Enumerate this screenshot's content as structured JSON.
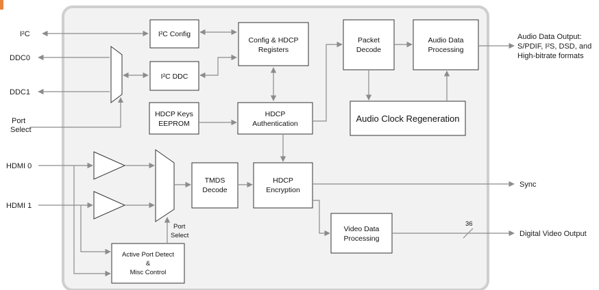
{
  "inputs": {
    "i2c": "I²C",
    "ddc0": "DDC0",
    "ddc1": "DDC1",
    "port_select_1": "Port",
    "port_select_2": "Select",
    "hdmi0": "HDMI 0",
    "hdmi1": "HDMI 1"
  },
  "blocks": {
    "i2c_config": "I²C Config",
    "i2c_ddc": "I²C DDC",
    "config_hdcp_1": "Config & HDCP",
    "config_hdcp_2": "Registers",
    "hdcp_keys_1": "HDCP Keys",
    "hdcp_keys_2": "EEPROM",
    "hdcp_auth_1": "HDCP",
    "hdcp_auth_2": "Authentication",
    "packet_decode_1": "Packet",
    "packet_decode_2": "Decode",
    "audio_proc_1": "Audio Data",
    "audio_proc_2": "Processing",
    "audio_clock": "Audio Clock Regeneration",
    "tmds_1": "TMDS",
    "tmds_2": "Decode",
    "hdcp_enc_1": "HDCP",
    "hdcp_enc_2": "Encryption",
    "video_proc_1": "Video Data",
    "video_proc_2": "Processing",
    "active_port_1": "Active Port Detect",
    "active_port_2": "&",
    "active_port_3": "Misc Control",
    "mux_port_1": "Port",
    "mux_port_2": "Select"
  },
  "outputs": {
    "audio_1": "Audio Data Output:",
    "audio_2": "S/PDIF, I²S, DSD, and",
    "audio_3": "High-bitrate formats",
    "sync": "Sync",
    "bus_width": "36",
    "video": "Digital Video Output"
  },
  "colors": {
    "chip_bg": "#f2f2f2",
    "chip_border": "#cfcfcf",
    "wire": "#8c8c8c",
    "corner_accent": "#e8833a"
  }
}
